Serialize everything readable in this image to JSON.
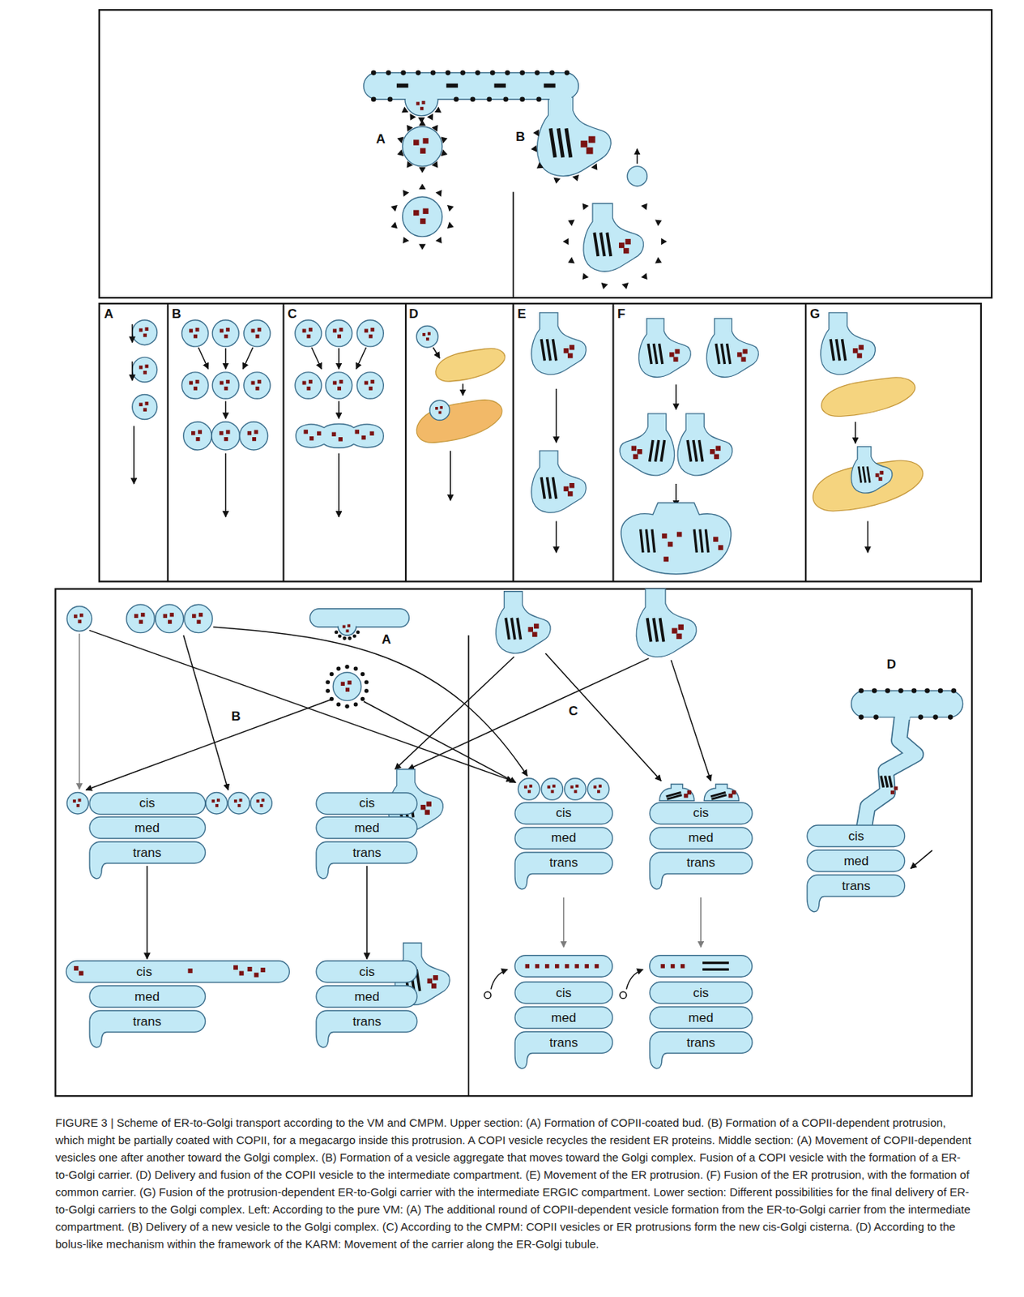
{
  "diagram": {
    "caption": "FIGURE 3 | Scheme of ER-to-Golgi transport according to the VM and CMPM. Upper section: (A) Formation of COPII-coated bud. (B) Formation of a COPII-dependent protrusion, which might be partially coated with COPII, for a megacargo inside this protrusion. A COPI vesicle recycles the resident ER proteins. Middle section: (A) Movement of COPII-dependent vesicles one after another toward the Golgi complex. (B) Formation of a vesicle aggregate that moves toward the Golgi complex. Fusion of a COPI vesicle with the formation of a ER-to-Golgi carrier. (D) Delivery and fusion of the COPII vesicle to the intermediate compartment. (E) Movement of the ER protrusion. (F) Fusion of the ER protrusion, with the formation of common carrier. (G) Fusion of the protrusion-dependent ER-to-Golgi carrier with the intermediate ERGIC compartment. Lower section: Different possibilities for the final delivery of ER-to-Golgi carriers to the Golgi complex. Left: According to the pure VM: (A) The additional round of COPII-dependent vesicle formation from the ER-to-Golgi carrier from the intermediate compartment. (B) Delivery of a new vesicle to the Golgi complex. (C) According to the CMPM: COPII vesicles or ER protrusions form the new cis-Golgi cisterna. (D) According to the bolus-like mechanism within the framework of the KARM: Movement of the carrier along the ER-Golgi tubule.",
    "nodes": [
      {
        "text": [
          "cis"
        ]
      },
      {
        "text": [
          "med"
        ]
      },
      {
        "text": [
          "trans"
        ]
      },
      {
        "text": [
          "cis"
        ]
      },
      {
        "text": [
          "med"
        ]
      },
      {
        "text": [
          "trans"
        ]
      },
      {
        "text": [
          "cis"
        ]
      },
      {
        "text": [
          "med"
        ]
      },
      {
        "text": [
          "trans"
        ]
      },
      {
        "text": [
          "cis"
        ]
      },
      {
        "text": [
          "med"
        ]
      },
      {
        "text": [
          "trans"
        ]
      },
      {
        "text": [
          "cis"
        ]
      },
      {
        "text": [
          "med"
        ]
      },
      {
        "text": [
          "trans"
        ]
      },
      {
        "text": [
          "cis"
        ]
      },
      {
        "text": [
          "med"
        ]
      },
      {
        "text": [
          "trans"
        ]
      },
      {
        "text": [
          "cis"
        ]
      },
      {
        "text": [
          "med"
        ]
      },
      {
        "text": [
          "trans"
        ]
      },
      {
        "text": [
          "cis"
        ]
      },
      {
        "text": [
          "med"
        ]
      },
      {
        "text": [
          "trans"
        ]
      },
      {
        "text": [
          "cis"
        ]
      },
      {
        "text": [
          "med"
        ]
      },
      {
        "text": [
          "trans"
        ]
      }
    ],
    "edges": [
      {
        "from": 2,
        "to": 15,
        "arrow": "to"
      },
      {
        "from": 5,
        "to": 18,
        "arrow": "to"
      }
    ],
    "labels": [
      "A",
      "B",
      "A",
      "B",
      "C",
      "D",
      "E",
      "F",
      "G",
      "A",
      "B",
      "C",
      "D"
    ]
  }
}
